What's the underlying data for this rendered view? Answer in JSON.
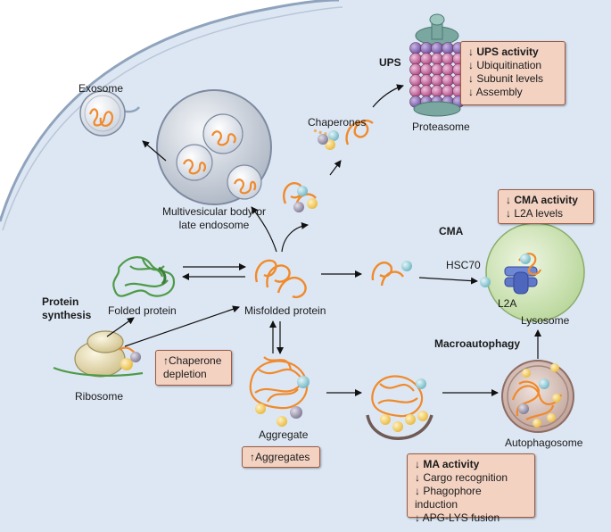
{
  "labels": {
    "exosome": "Exosome",
    "mvb_line1": "Multivesicular body or",
    "mvb_line2": "late endosome",
    "ups": "UPS",
    "chaperones": "Chaperones",
    "proteasome": "Proteasome",
    "cma": "CMA",
    "hsc70": "HSC70",
    "l2a": "L2A",
    "lysosome": "Lysosome",
    "protein_synthesis_line1": "Protein",
    "protein_synthesis_line2": "synthesis",
    "folded_protein": "Folded protein",
    "misfolded_protein": "Misfolded protein",
    "ribosome": "Ribosome",
    "macroautophagy": "Macroautophagy",
    "aggregate": "Aggregate",
    "autophagosome": "Autophagosome"
  },
  "boxes": {
    "ups": {
      "title": "↓ UPS activity",
      "lines": [
        "↓ Ubiquitination",
        "↓ Subunit levels",
        "↓ Assembly"
      ]
    },
    "cma": {
      "title": "↓ CMA activity",
      "lines": [
        "↓ L2A levels"
      ]
    },
    "chaperone": {
      "lines": [
        "↑Chaperone",
        "depletion"
      ]
    },
    "aggregates": {
      "lines": [
        "↑Aggregates"
      ]
    },
    "ma": {
      "title": "↓ MA activity",
      "lines": [
        "↓ Cargo recognition",
        "↓ Phagophore induction",
        "↓ APG-LYS fusion"
      ]
    }
  },
  "colors": {
    "cell_fill": "#dde7f3",
    "membrane": "#8fa3bd",
    "protein": "#f08a2c",
    "box_fill": "#f3d2c2",
    "box_border": "#9a5b45",
    "lysosome": "#c8dfae",
    "autophagosome": "#d8c0b8",
    "proteasome_ring": "#c06a9a",
    "proteasome_cap": "#7aa7a0",
    "folded_protein": "#4f9a4a",
    "ribosome": "#e8dcb0",
    "chaperone_blue": "#8cc9d4",
    "chaperone_yellow": "#f6cf63",
    "chaperone_grey": "#9a94ad"
  }
}
